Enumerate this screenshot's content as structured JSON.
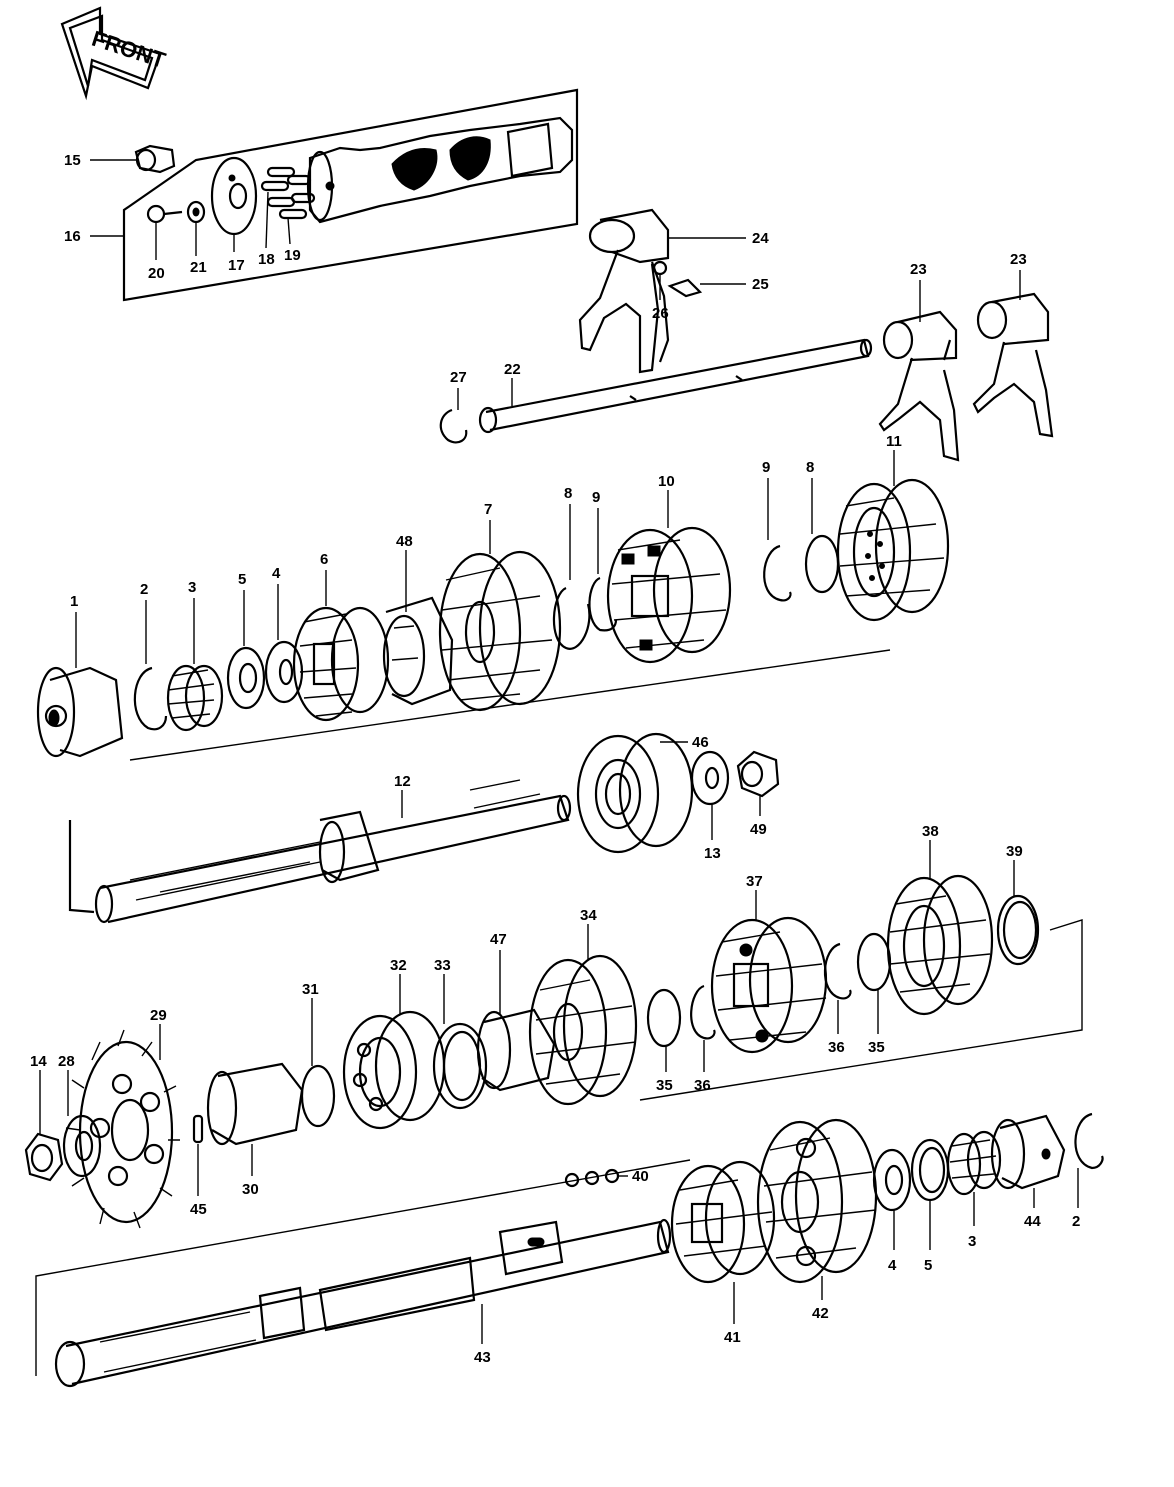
{
  "front_label": "FRONT",
  "colors": {
    "ink": "#000000",
    "paper": "#ffffff"
  },
  "labels": {
    "p1": "1",
    "p2a": "2",
    "p3a": "3",
    "p5a": "5",
    "p4a": "4",
    "p6": "6",
    "p48": "48",
    "p7": "7",
    "p8a": "8",
    "p9a": "9",
    "p10": "10",
    "p9b": "9",
    "p8b": "8",
    "p11": "11",
    "p12": "12",
    "p46": "46",
    "p13": "13",
    "p49": "49",
    "p15": "15",
    "p16": "16",
    "p20": "20",
    "p21": "21",
    "p17": "17",
    "p18": "18",
    "p19": "19",
    "p24": "24",
    "p25": "25",
    "p26": "26",
    "p23a": "23",
    "p23b": "23",
    "p27": "27",
    "p22": "22",
    "p38": "38",
    "p39": "39",
    "p37": "37",
    "p34": "34",
    "p47": "47",
    "p33": "33",
    "p32": "32",
    "p31": "31",
    "p29": "29",
    "p14": "14",
    "p28": "28",
    "p45": "45",
    "p30": "30",
    "p35a": "35",
    "p36a": "36",
    "p36b": "36",
    "p35b": "35",
    "p40": "40",
    "p41": "41",
    "p42": "42",
    "p43": "43",
    "p4b": "4",
    "p5b": "5",
    "p3b": "3",
    "p44": "44",
    "p2b": "2"
  }
}
